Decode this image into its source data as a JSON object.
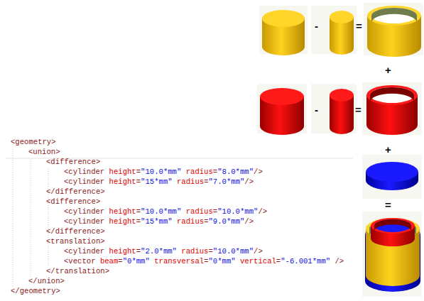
{
  "diagram": {
    "labels": [
      "-",
      "=",
      "+",
      "-",
      "=",
      "+",
      "=",
      "<geometry>",
      "<union>",
      "<difference>",
      "<cylinder height=\"10.0*mm\" radius=\"8.0*mm\"/>",
      "<cylinder height=\"15*mm\" radius=\"7.0*mm\"/>",
      "</difference>",
      "<difference>",
      "<cylinder height=\"10.0*mm\" radius=\"10.0*mm\"/>",
      "<cylinder height=\"15*mm\" radius=\"9.0*mm\"/>",
      "</difference>",
      "<translation>",
      "<cylinder height=\"2.0*mm\" radius=\"10.0*mm\"/>",
      "<vector beam=\"0*mm\" transversal=\"0*mm\" vertical=\"-6.001*mm\" />",
      "</translation>",
      "</union>",
      "</geometry>"
    ]
  }
}
